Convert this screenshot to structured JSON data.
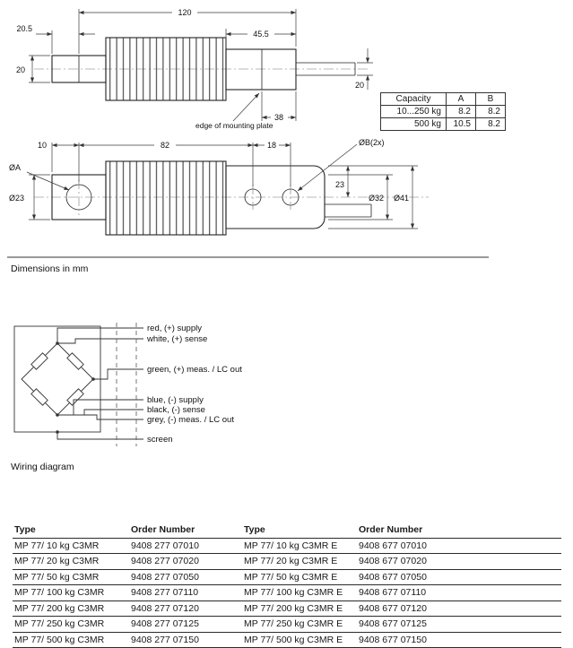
{
  "drawing": {
    "caption": "Dimensions in mm",
    "top_view": {
      "dim_overall": "120",
      "dim_left_section": "20.5",
      "dim_right_section": "45.5",
      "dim_height_left": "20",
      "dim_height_right": "20",
      "dim_mounting": "38",
      "mounting_note": "edge of mounting plate"
    },
    "plan_view": {
      "dim_left_offset": "10",
      "dim_body_length": "82",
      "dim_hole_spacing": "18",
      "label_hole_b": "ØB(2x)",
      "label_hole_a": "ØA",
      "dim_dia_23": "Ø23",
      "dim_height_23": "23",
      "dim_dia_32": "Ø32",
      "dim_dia_41": "Ø41"
    }
  },
  "capacity_table": {
    "headers": [
      "Capacity",
      "A",
      "B"
    ],
    "rows": [
      [
        "10...250 kg",
        "8.2",
        "8.2"
      ],
      [
        "500 kg",
        "10.5",
        "8.2"
      ]
    ]
  },
  "wiring": {
    "caption": "Wiring diagram",
    "labels": [
      "red, (+) supply",
      "white, (+) sense",
      "green, (+) meas. / LC out",
      "blue, (-) supply",
      "black, (-) sense",
      "grey, (-) meas. / LC out",
      "screen"
    ]
  },
  "order_table": {
    "headers": [
      "Type",
      "Order Number",
      "Type",
      "Order Number"
    ],
    "rows": [
      [
        "MP 77/ 10 kg C3MR",
        "9408 277 07010",
        "MP 77/ 10 kg C3MR E",
        "9408 677 07010"
      ],
      [
        "MP 77/ 20 kg C3MR",
        "9408 277 07020",
        "MP 77/ 20 kg C3MR E",
        "9408 677 07020"
      ],
      [
        "MP 77/ 50 kg C3MR",
        "9408 277 07050",
        "MP 77/ 50 kg C3MR E",
        "9408 677 07050"
      ],
      [
        "MP 77/ 100 kg C3MR",
        "9408 277 07110",
        "MP 77/ 100 kg C3MR E",
        "9408 677 07110"
      ],
      [
        "MP 77/ 200 kg C3MR",
        "9408 277 07120",
        "MP 77/ 200 kg C3MR E",
        "9408 677 07120"
      ],
      [
        "MP 77/ 250 kg C3MR",
        "9408 277 07125",
        "MP 77/ 250 kg C3MR E",
        "9408 677 07125"
      ],
      [
        "MP 77/ 500 kg C3MR",
        "9408 277 07150",
        "MP 77/ 500 kg C3MR E",
        "9408 677 07150"
      ]
    ]
  }
}
